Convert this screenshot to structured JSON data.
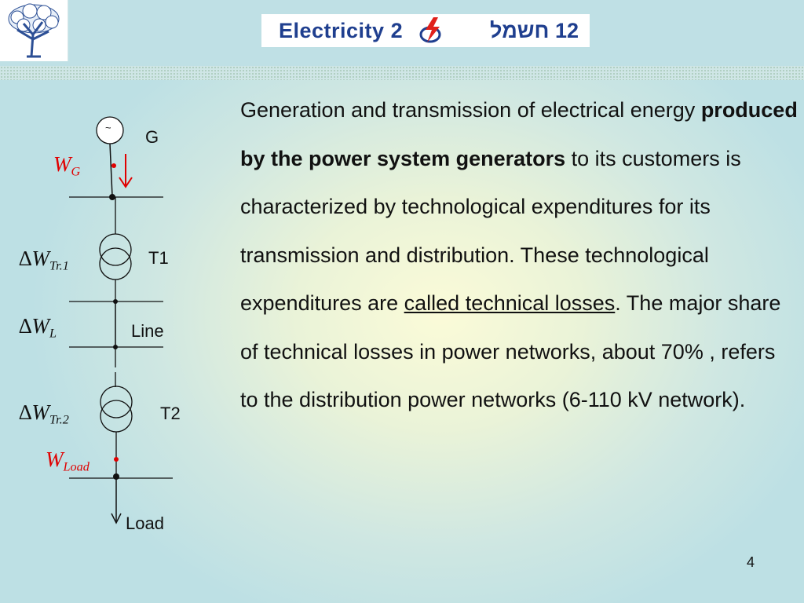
{
  "header": {
    "banner_left": "Electricity 2",
    "banner_right": "12 חשמל"
  },
  "body": {
    "p1": "Generation and transmission of electrical energy ",
    "p1_bold": "produced by the power system generators",
    "p2": " to its customers is characterized by technological expenditures for its transmission and distribution. These technological expenditures are ",
    "p2_underline": "called technical losses",
    "p3": ". The major share of technical losses in power networks, about 70% , refers",
    "p4": "to the distribution power networks (6-110 kV network)."
  },
  "diagram": {
    "generator_symbol": "~",
    "label_G": "G",
    "label_T1": "T1",
    "label_line": "Line",
    "label_T2": "T2",
    "label_load": "Load",
    "wg_main": "W",
    "wg_sub": "G",
    "dwtr1_delta": "∆",
    "dwtr1_main": "W",
    "dwtr1_sub": "Tr.1",
    "dwl_delta": "∆",
    "dwl_main": "W",
    "dwl_sub": "L",
    "dwtr2_delta": "∆",
    "dwtr2_main": "W",
    "dwtr2_sub": "Tr.2",
    "wload_main": "W",
    "wload_sub": "Load"
  },
  "footer": {
    "page_number": "4"
  },
  "colors": {
    "banner_text": "#1f3f8f",
    "highlight_red": "#e00000"
  }
}
